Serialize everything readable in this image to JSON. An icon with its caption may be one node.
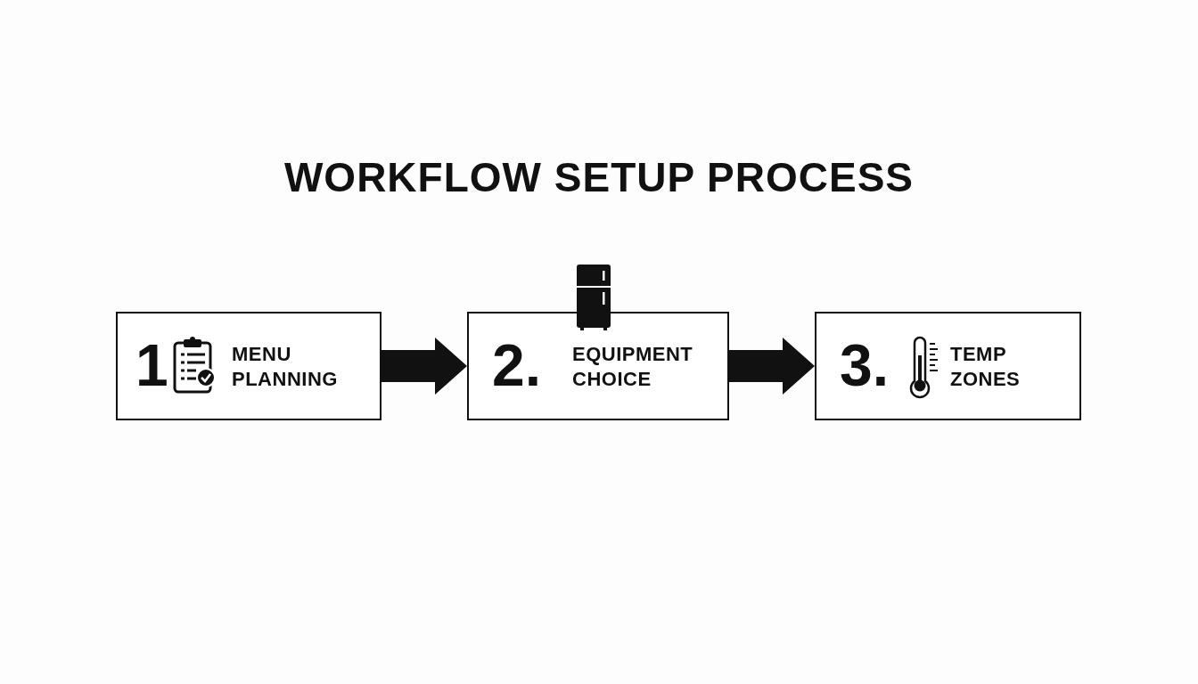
{
  "diagram": {
    "title": "WORKFLOW SETUP PROCESS",
    "nodes": [
      {
        "text": [
          "1",
          "MENU PLANNING"
        ]
      },
      {
        "text": [
          "2.",
          "EQUIPMENT CHOICE"
        ]
      },
      {
        "text": [
          "3.",
          "TEMP ZONES"
        ]
      }
    ],
    "edges": [
      {
        "from": 0,
        "to": 1,
        "arrow": "to",
        "style": "thick"
      },
      {
        "from": 1,
        "to": 2,
        "arrow": "to",
        "style": "thick"
      }
    ]
  }
}
